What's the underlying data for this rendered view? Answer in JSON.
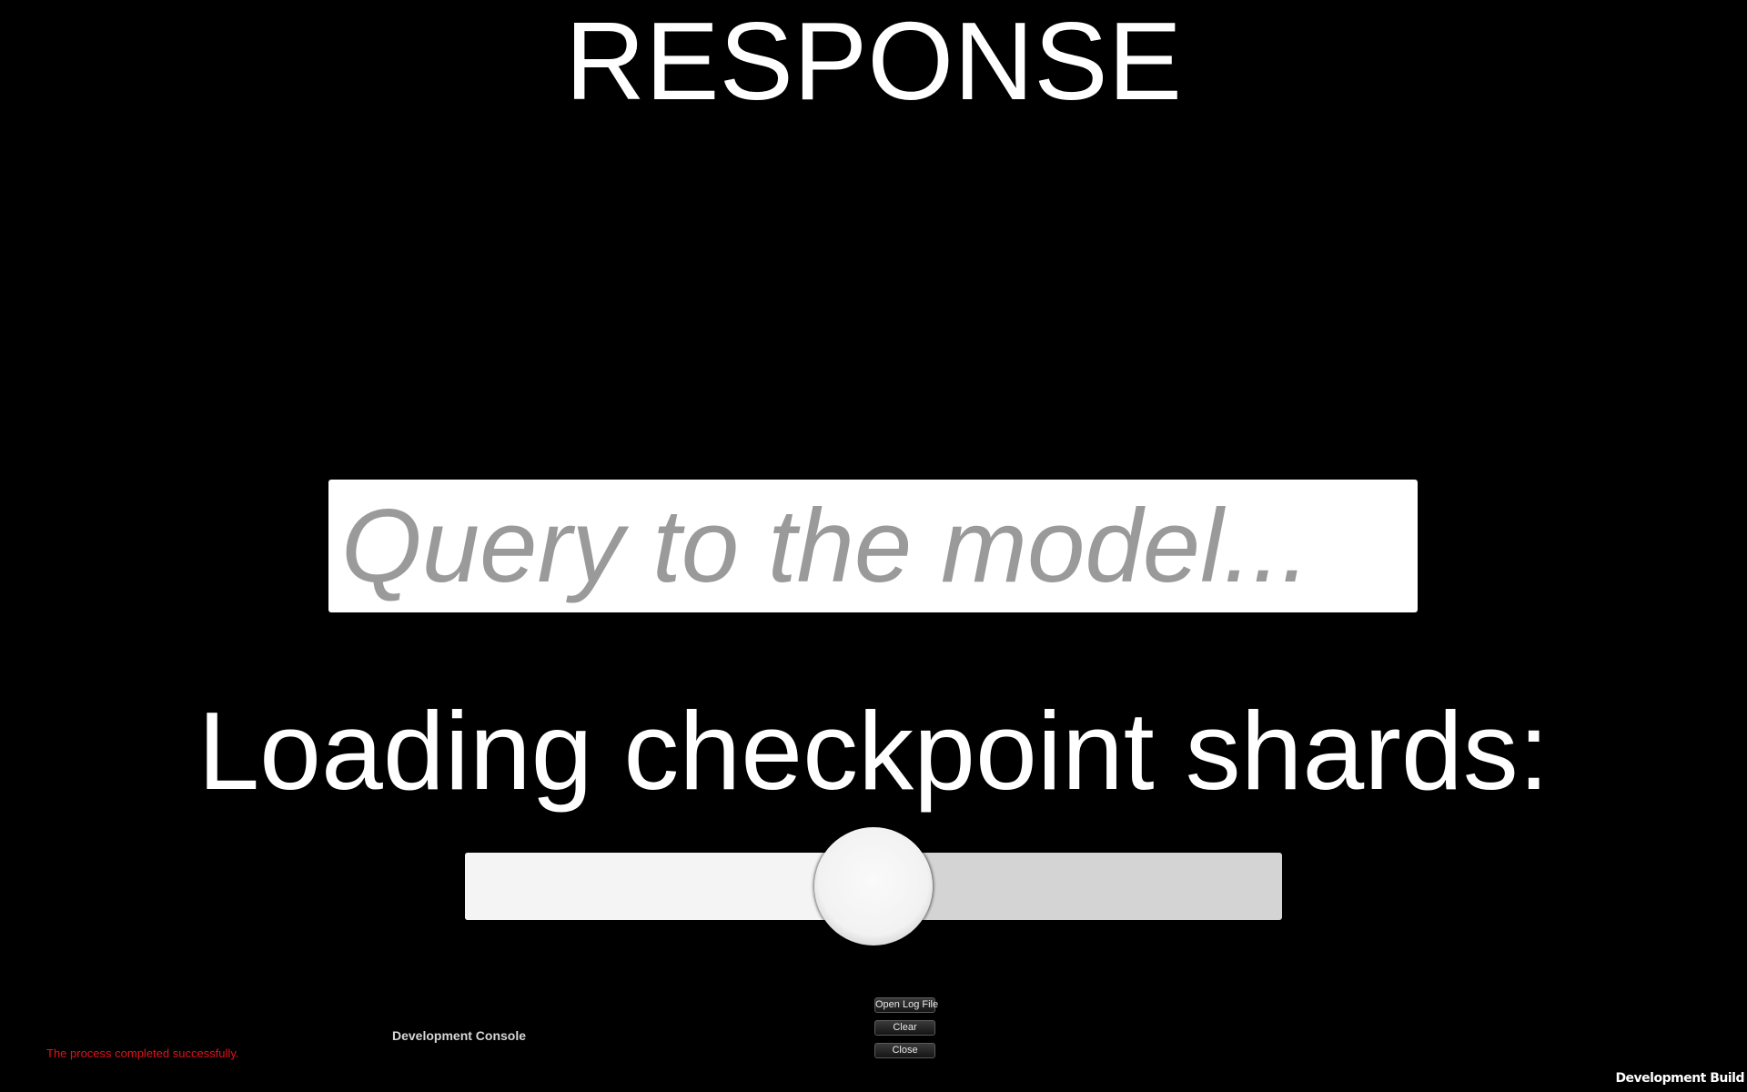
{
  "header": {
    "title": "RESPONSE"
  },
  "query": {
    "placeholder": "Query to the model...",
    "value": ""
  },
  "loading": {
    "label": "Loading checkpoint shards:",
    "progress_fraction": 0.5
  },
  "console": {
    "status_message": "The process completed successfully.",
    "title": "Development Console",
    "open_log_label": "Open Log File",
    "clear_label": "Clear",
    "close_label": "Close"
  },
  "build": {
    "label": "Development Build"
  },
  "colors": {
    "background": "#000000",
    "title_text": "#ffffff",
    "placeholder_text": "#9a9a9a",
    "status_error_red": "#e0141c",
    "slider_fill": "#f4f4f4",
    "slider_track": "#d4d4d4"
  }
}
